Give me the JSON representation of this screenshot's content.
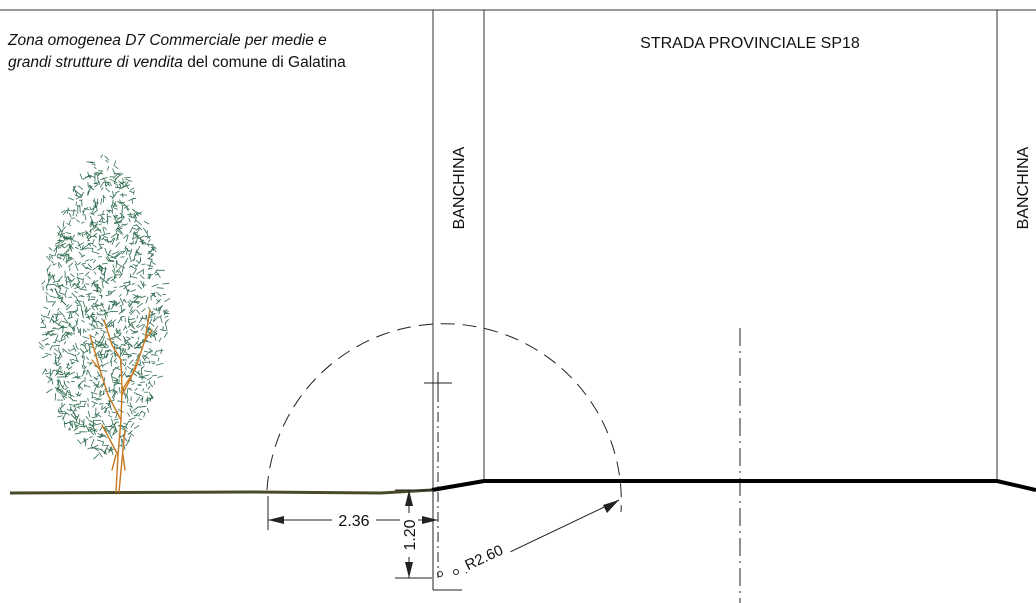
{
  "zone_label": {
    "line1_italic": "Zona omogenea D7 Commerciale per medie e",
    "line2_italic": "grandi strutture di vendita",
    "line2_regular": " del comune di Galatina"
  },
  "road_title": "STRADA PROVINCIALE SP18",
  "shoulder_left": "BANCHINA",
  "shoulder_right": "BANCHINA",
  "dimensions": {
    "horizontal_distance": "2.36",
    "vertical_height": "1.20",
    "radius": "R2.60"
  },
  "colors": {
    "ground_line": "#4a4a2a",
    "road_line": "#000000",
    "tree_foliage": "#2f6b4f",
    "tree_trunk": "#c8781e",
    "drawing_lines": "#222222"
  }
}
